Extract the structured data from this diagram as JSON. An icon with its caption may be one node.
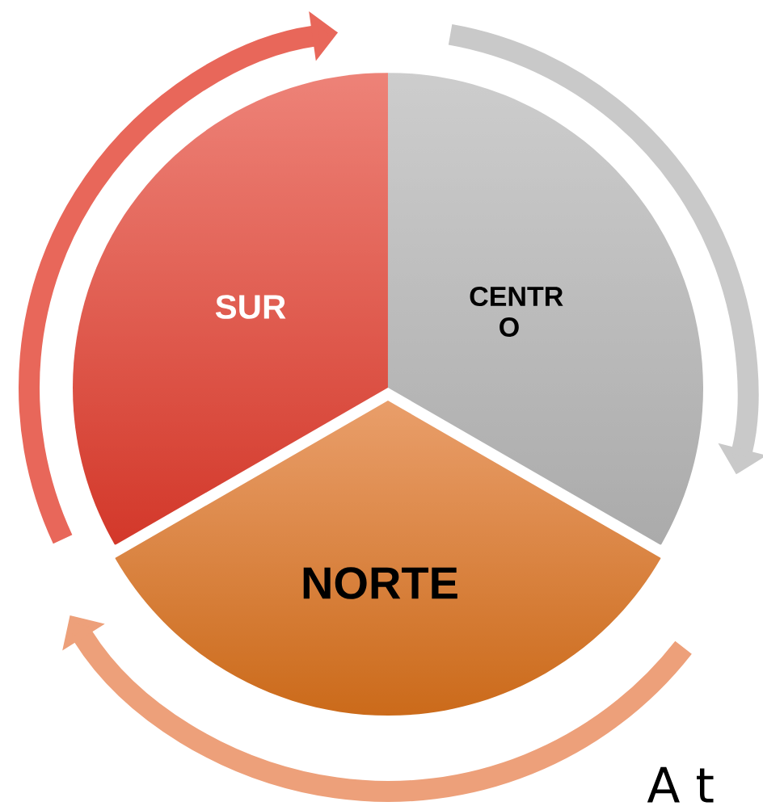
{
  "diagram": {
    "nodes": [
      {
        "text": [
          "SUR"
        ]
      },
      {
        "text": [
          "CENTR O"
        ]
      },
      {
        "text": [
          "NORTE"
        ]
      }
    ],
    "labels": [
      "A t"
    ]
  }
}
